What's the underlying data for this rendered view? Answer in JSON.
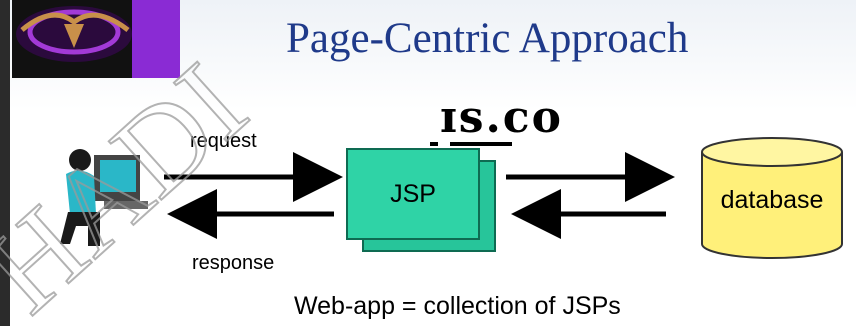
{
  "slide": {
    "title": "Page-Centric Approach",
    "request_label": "request",
    "response_label": "response",
    "jsp_label": "JSP",
    "database_label": "database",
    "caption": "Web-app = collection of JSPs",
    "watermark_fragment": "ɪs.co",
    "watermark_diagonal": "HADI"
  },
  "colors": {
    "title": "#1f3a8a",
    "jsp_fill": "#2fd3a6",
    "database_fill": "#fff07a"
  },
  "icons": {
    "logo": "longhorn-logo",
    "user": "person-at-computer"
  }
}
